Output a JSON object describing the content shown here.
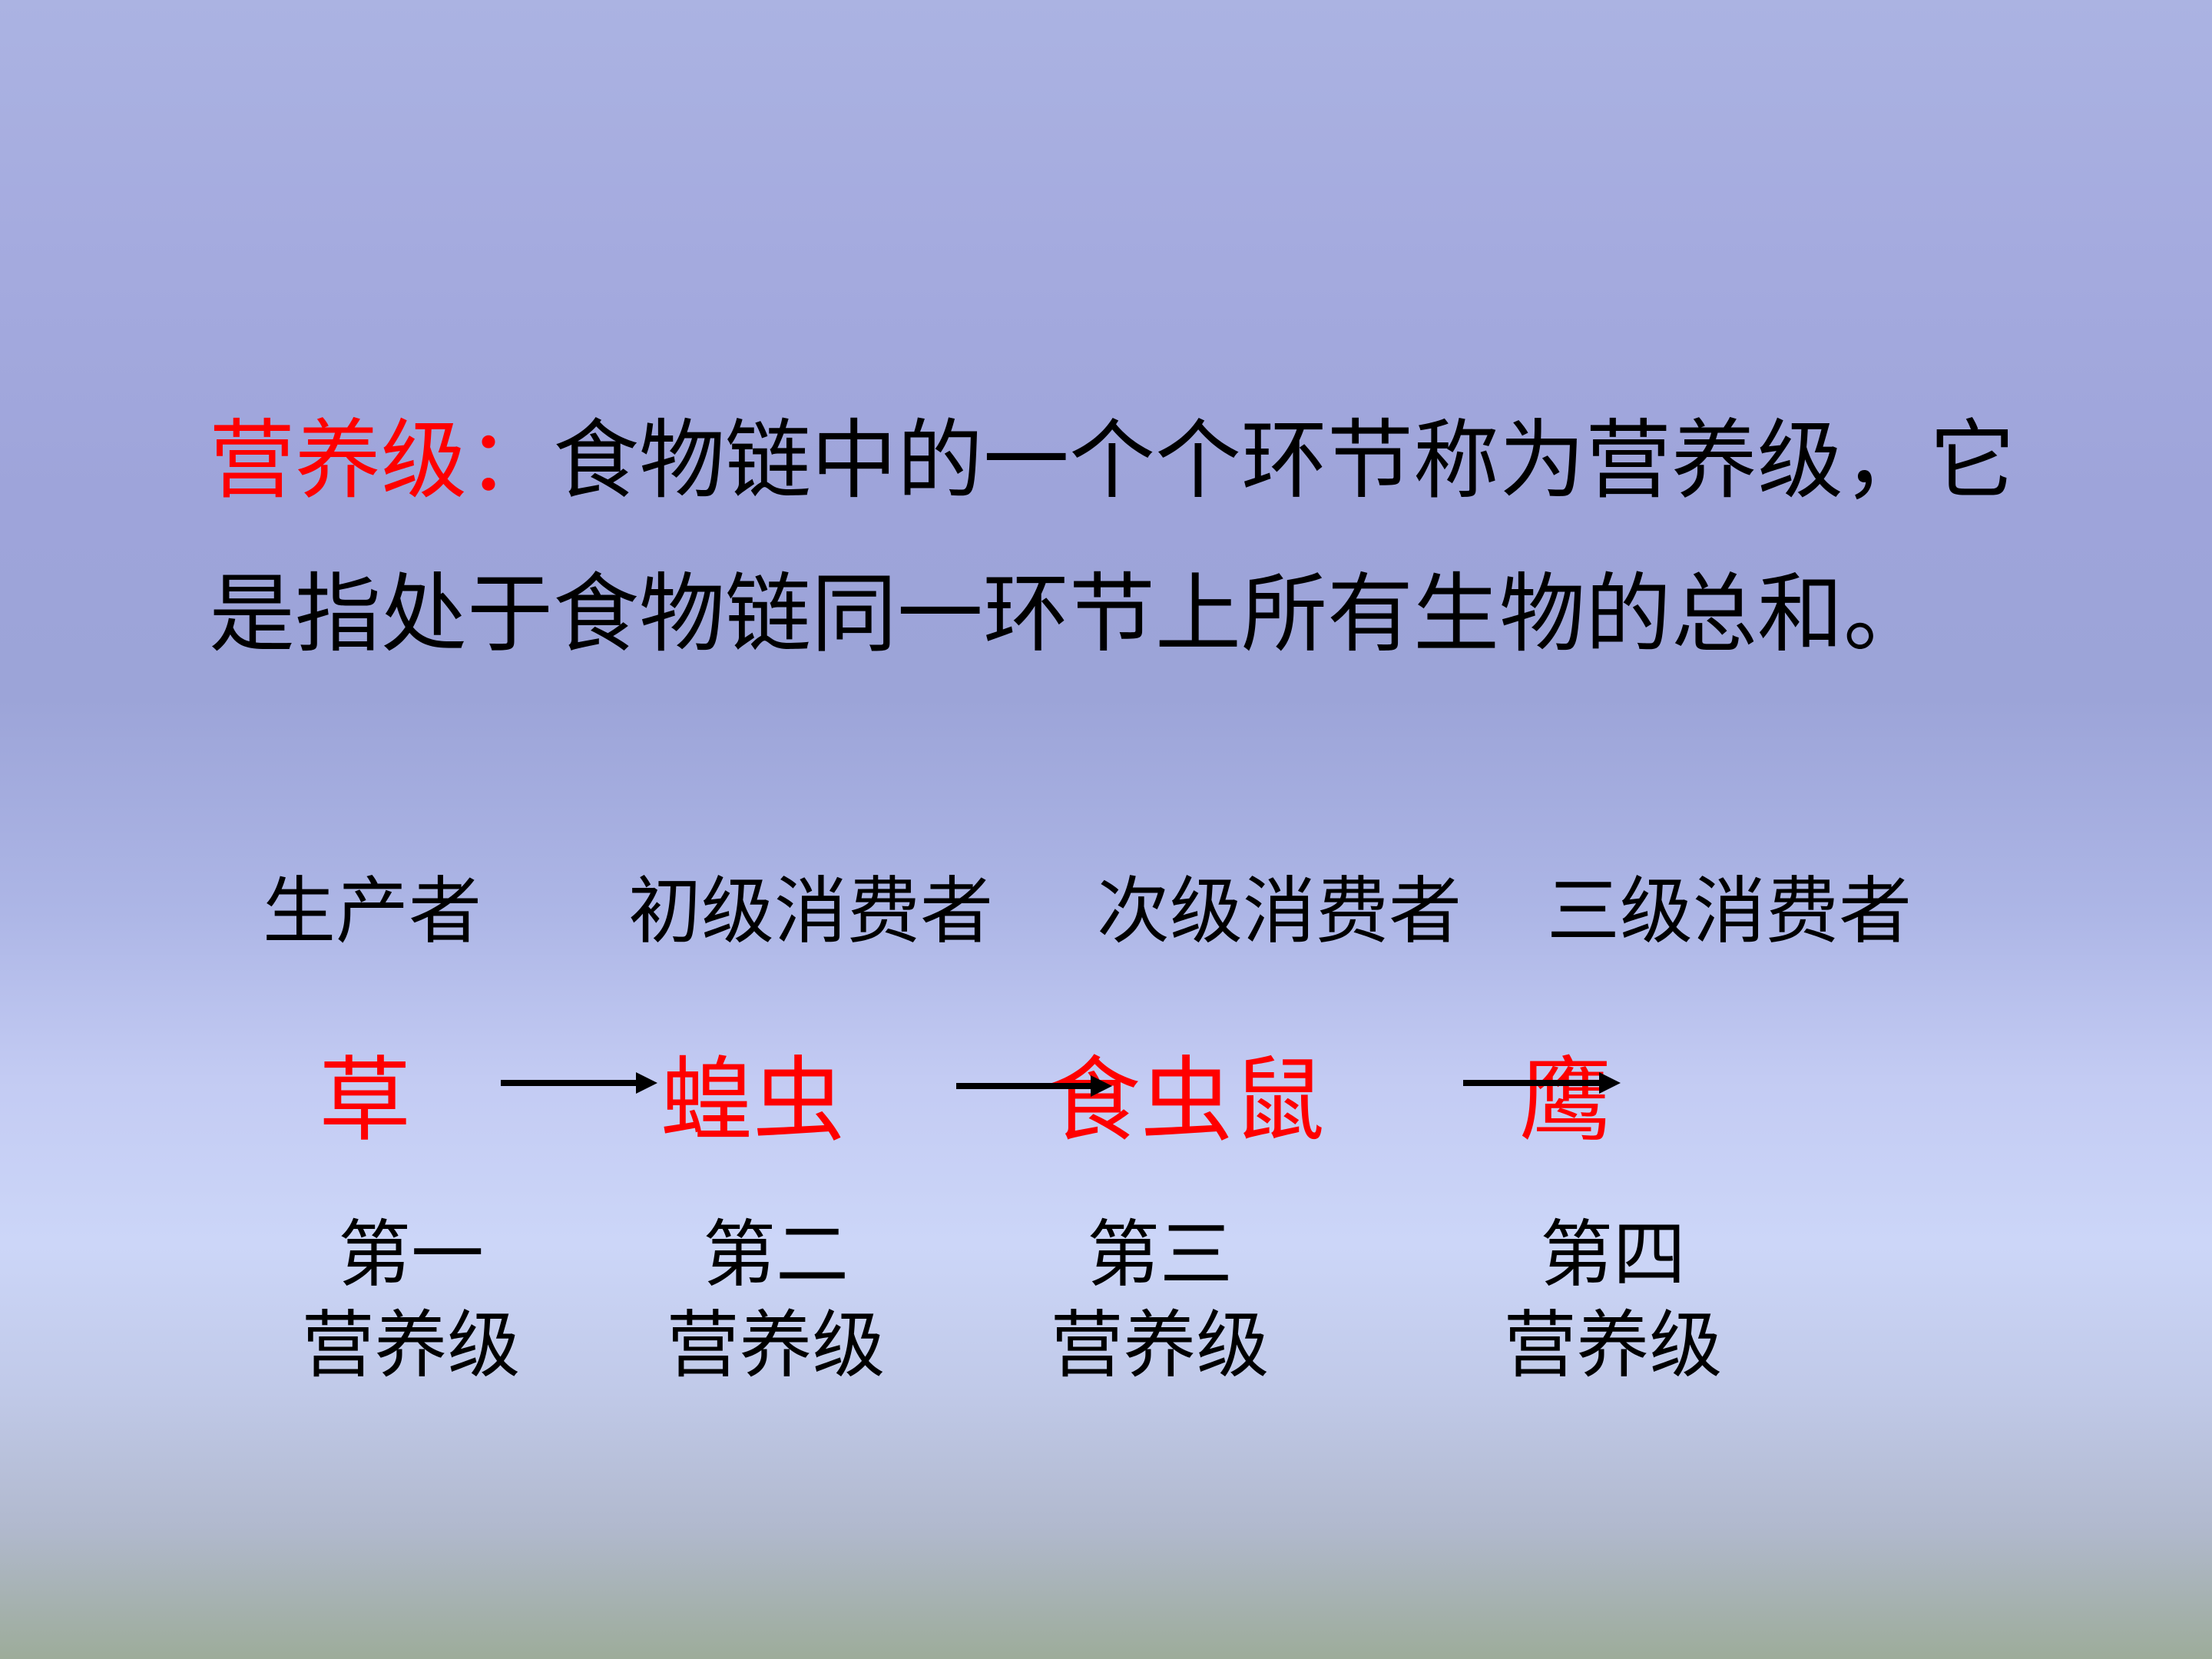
{
  "definition": {
    "term": "营养级：",
    "text": "食物链中的一个个环节称为营养级，它是指处于食物链同一环节上所有生物的总和。"
  },
  "food_chain": {
    "roles": [
      "生产者",
      "初级消费者",
      "次级消费者",
      "三级消费者"
    ],
    "organisms": [
      "草",
      "蝗虫",
      "食虫鼠",
      "鹰"
    ],
    "levels": [
      {
        "ordinal": "第一",
        "label": "营养级"
      },
      {
        "ordinal": "第二",
        "label": "营养级"
      },
      {
        "ordinal": "第三",
        "label": "营养级"
      },
      {
        "ordinal": "第四",
        "label": "营养级"
      }
    ]
  },
  "colors": {
    "term": "#ff0000",
    "organism": "#ff0000",
    "text": "#000000",
    "arrow": "#000000"
  }
}
